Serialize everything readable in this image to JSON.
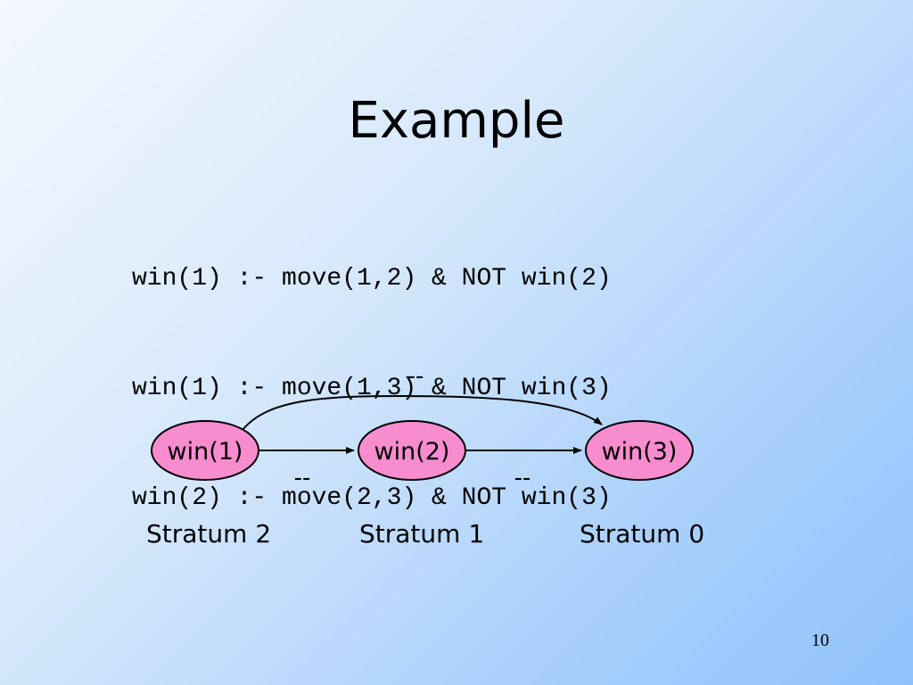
{
  "slide": {
    "title": "Example",
    "rules": [
      "win(1) :- move(1,2) & NOT win(2)",
      "win(1) :- move(1,3) & NOT win(3)",
      "win(2) :- move(2,3) & NOT win(3)"
    ],
    "page_number": "10"
  },
  "diagram": {
    "nodes": [
      {
        "id": "win1",
        "label": "win(1)"
      },
      {
        "id": "win2",
        "label": "win(2)"
      },
      {
        "id": "win3",
        "label": "win(3)"
      }
    ],
    "edges": [
      {
        "from": "win1",
        "to": "win2",
        "label": "--"
      },
      {
        "from": "win2",
        "to": "win3",
        "label": "--"
      },
      {
        "from": "win1",
        "to": "win3",
        "label": "--"
      }
    ],
    "strata": [
      "Stratum 2",
      "Stratum 1",
      "Stratum 0"
    ],
    "node_fill": "#f78ccf",
    "background_colors": [
      "#f4f8ff",
      "#8fc2fb"
    ]
  }
}
